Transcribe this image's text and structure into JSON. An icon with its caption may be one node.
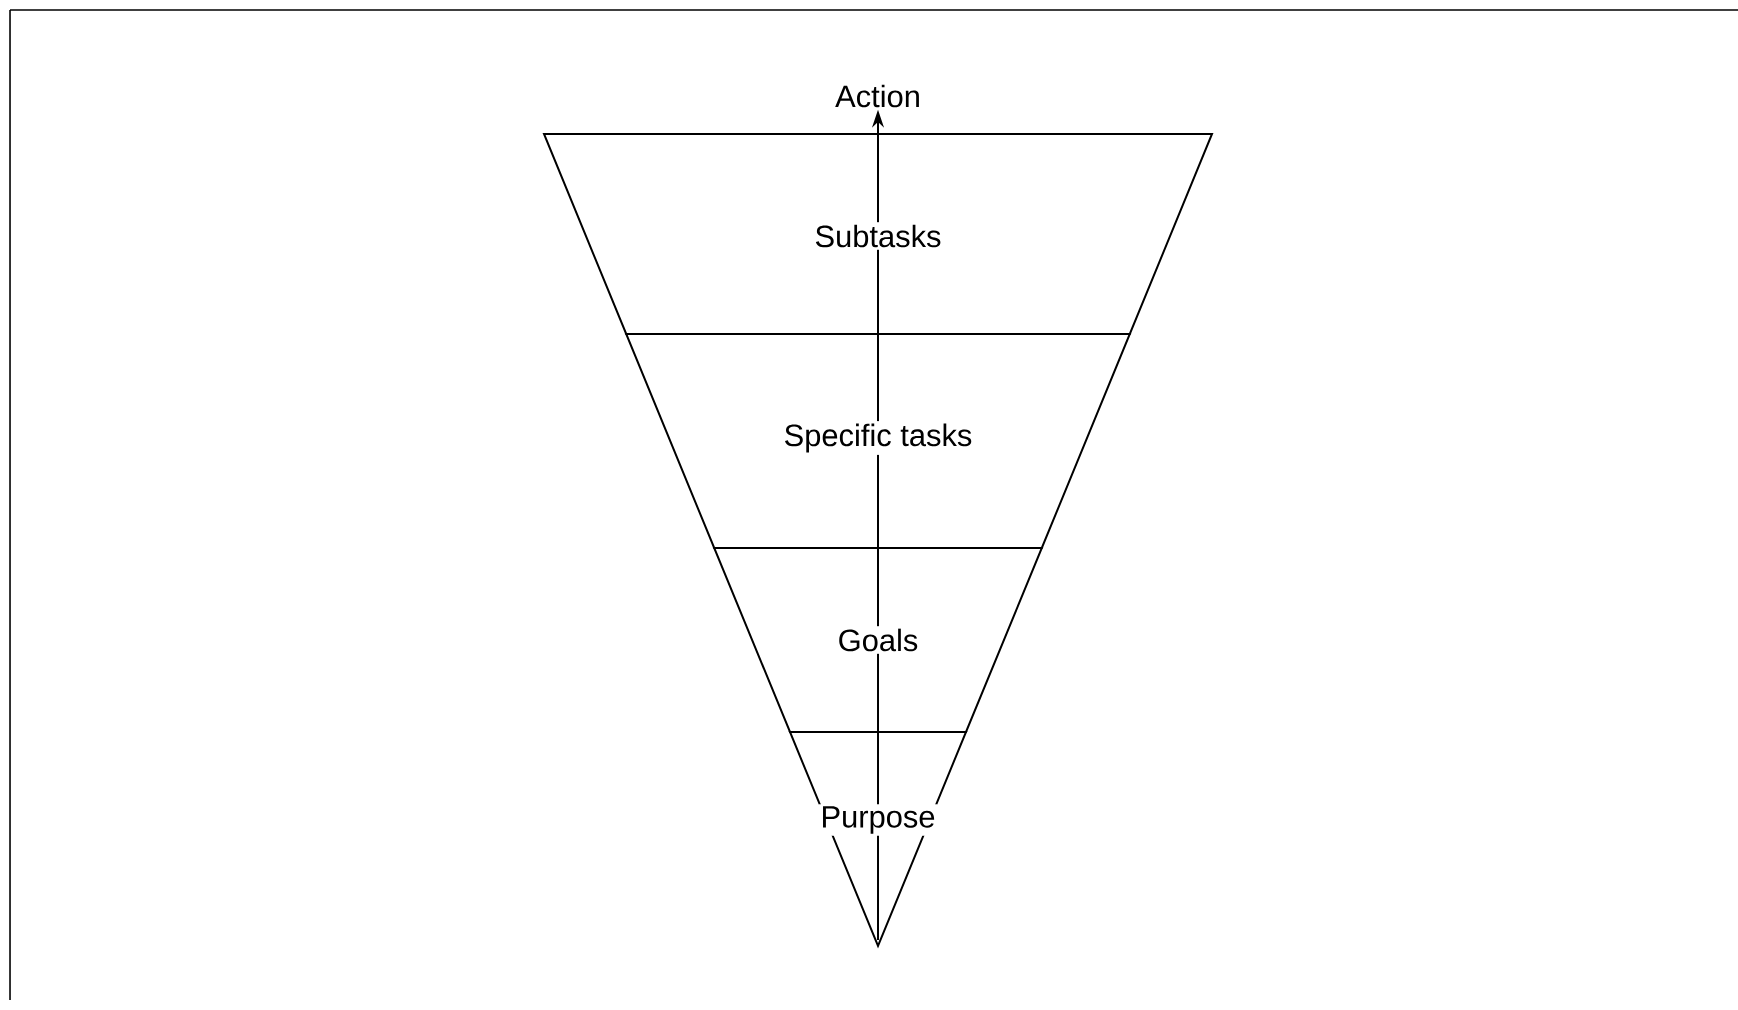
{
  "diagram": {
    "nodes": [
      {
        "text": [
          "Action"
        ]
      },
      {
        "text": [
          "Subtasks"
        ]
      },
      {
        "text": [
          "Specific tasks"
        ]
      },
      {
        "text": [
          "Goals"
        ]
      },
      {
        "text": [
          "Purpose"
        ]
      }
    ],
    "edges": [
      {
        "from": 4,
        "to": 3,
        "arrow": "none"
      },
      {
        "from": 3,
        "to": 2,
        "arrow": "none"
      },
      {
        "from": 2,
        "to": 1,
        "arrow": "none"
      },
      {
        "from": 1,
        "to": 0,
        "arrow": "to"
      }
    ]
  }
}
